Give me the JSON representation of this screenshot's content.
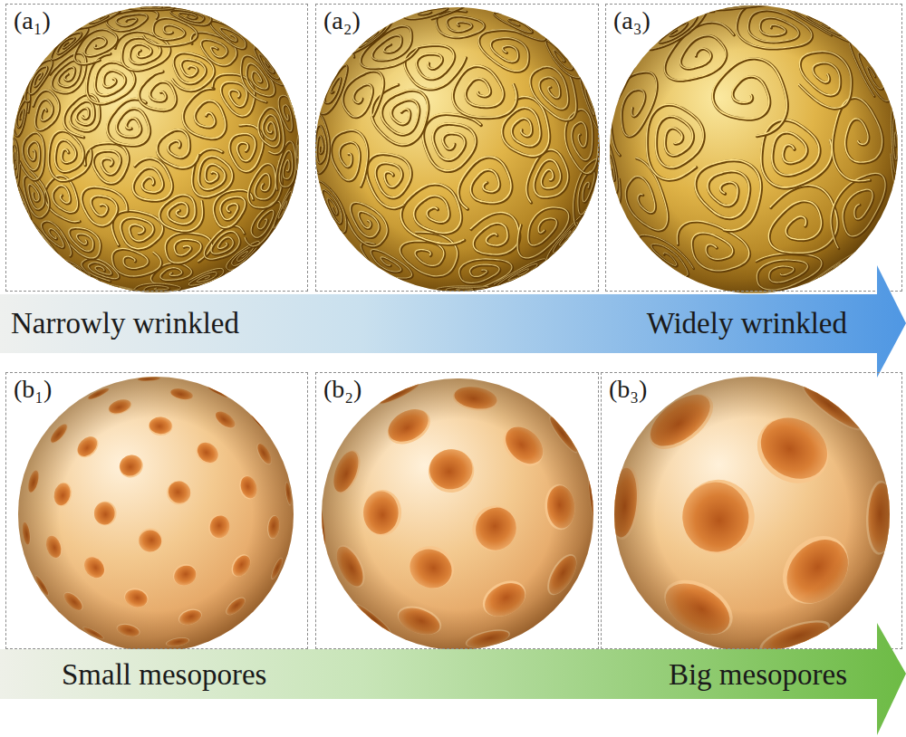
{
  "diagram": {
    "nodes": [
      {
        "text": [
          "(a₁)"
        ]
      },
      {
        "text": [
          "(a₂)"
        ]
      },
      {
        "text": [
          "(a₃)"
        ]
      },
      {
        "text": [
          "Narrowly wrinkled",
          "Widely wrinkled"
        ]
      },
      {
        "text": [
          "(b₁)"
        ]
      },
      {
        "text": [
          "(b₂)"
        ]
      },
      {
        "text": [
          "(b₃)"
        ]
      },
      {
        "text": [
          "Small mesopores",
          "Big mesopores"
        ]
      }
    ]
  }
}
